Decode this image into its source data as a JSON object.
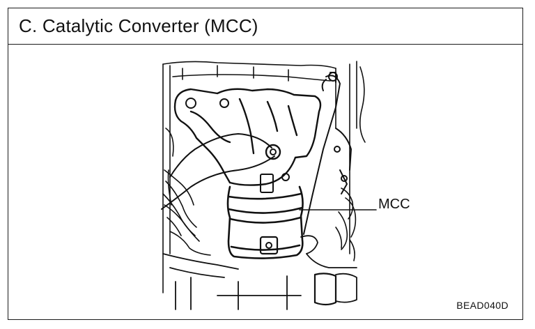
{
  "section": {
    "title": "C. Catalytic Converter (MCC)"
  },
  "figure": {
    "callout_label": "MCC",
    "figure_code": "BEAD040D",
    "subject_icon": "engine-exhaust-manifold-illustration"
  },
  "colors": {
    "ink": "#111111",
    "border": "#1a1a1a",
    "background": "#ffffff"
  }
}
